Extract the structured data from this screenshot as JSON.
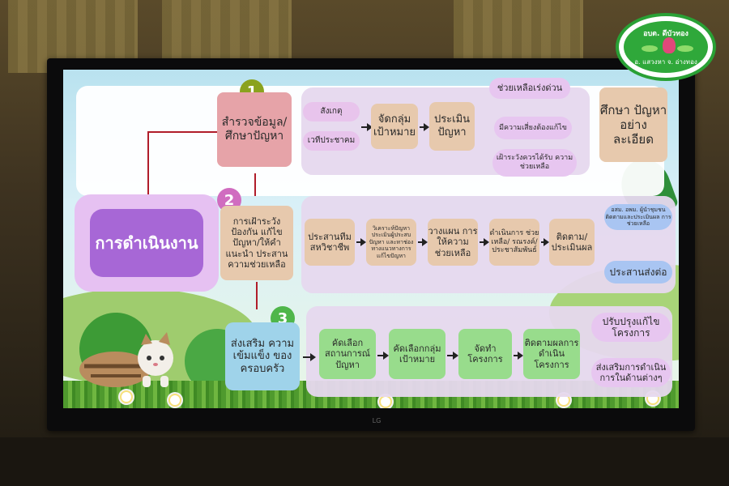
{
  "logo": {
    "top_text": "อบต. ดีบัวทอง",
    "bottom_text": "อ. แสวงหา จ. อ่างทอง"
  },
  "tv": {
    "brand": "LG"
  },
  "diagram": {
    "main_title": "การดำเนินงาน",
    "step1": {
      "number": "1",
      "title": "สำรวจข้อมูล/ ศึกษาปัญหา",
      "methods": [
        "สังเกตุ",
        "เวทีประชาคม"
      ],
      "group": "จัดกลุ่ม เป้าหมาย",
      "assess": "ประเมิน ปัญหา",
      "outcomes": [
        "ช่วยเหลือเร่งด่วน",
        "มีความเสี่ยงต้องแก้ไข",
        "เฝ้าระวังควรได้รับ ความช่วยเหลือ"
      ],
      "study": "ศึกษา ปัญหา อย่าง ละเอียด"
    },
    "step2": {
      "number": "2",
      "title": "การเฝ้าระวัง ป้องกัน แก้ไข ปัญหา/ให้คำ แนะนำ ประสาน ความช่วยเหลือ",
      "flow": [
        "ประสานทีม สหวิชาชีพ",
        "วิเคราะห์ปัญหา ประเมินผู้ประสบ ปัญหา และหาช่อง ทางแนวทางการ แก้ไขปัญหา",
        "วางแผน การให้ความ ช่วยเหลือ",
        "ดำเนินการ ช่วยเหลือ/ รณรงค์/ ประชาสัมพันธ์",
        "ติดตาม/ ประเมินผล"
      ],
      "outcomes": [
        "อสม. อพม. ผู้นำชุมชน ติดตามและประเมินผล การช่วยเหลือ",
        "ประสานส่งต่อ"
      ]
    },
    "step3": {
      "number": "3",
      "title": "ส่งเสริม ความเข้มแข็ง ของครอบครัว",
      "flow": [
        "คัดเลือก สถานการณ์ ปัญหา",
        "คัดเลือกกลุ่ม เป้าหมาย",
        "จัดทำโครงการ",
        "ติดตามผลการ ดำเนิน โครงการ"
      ],
      "outcomes": [
        "ปรับปรุงแก้ไข โครงการ",
        "ส่งเสริมการดำเนิน การในด้านต่างๆ"
      ]
    }
  }
}
